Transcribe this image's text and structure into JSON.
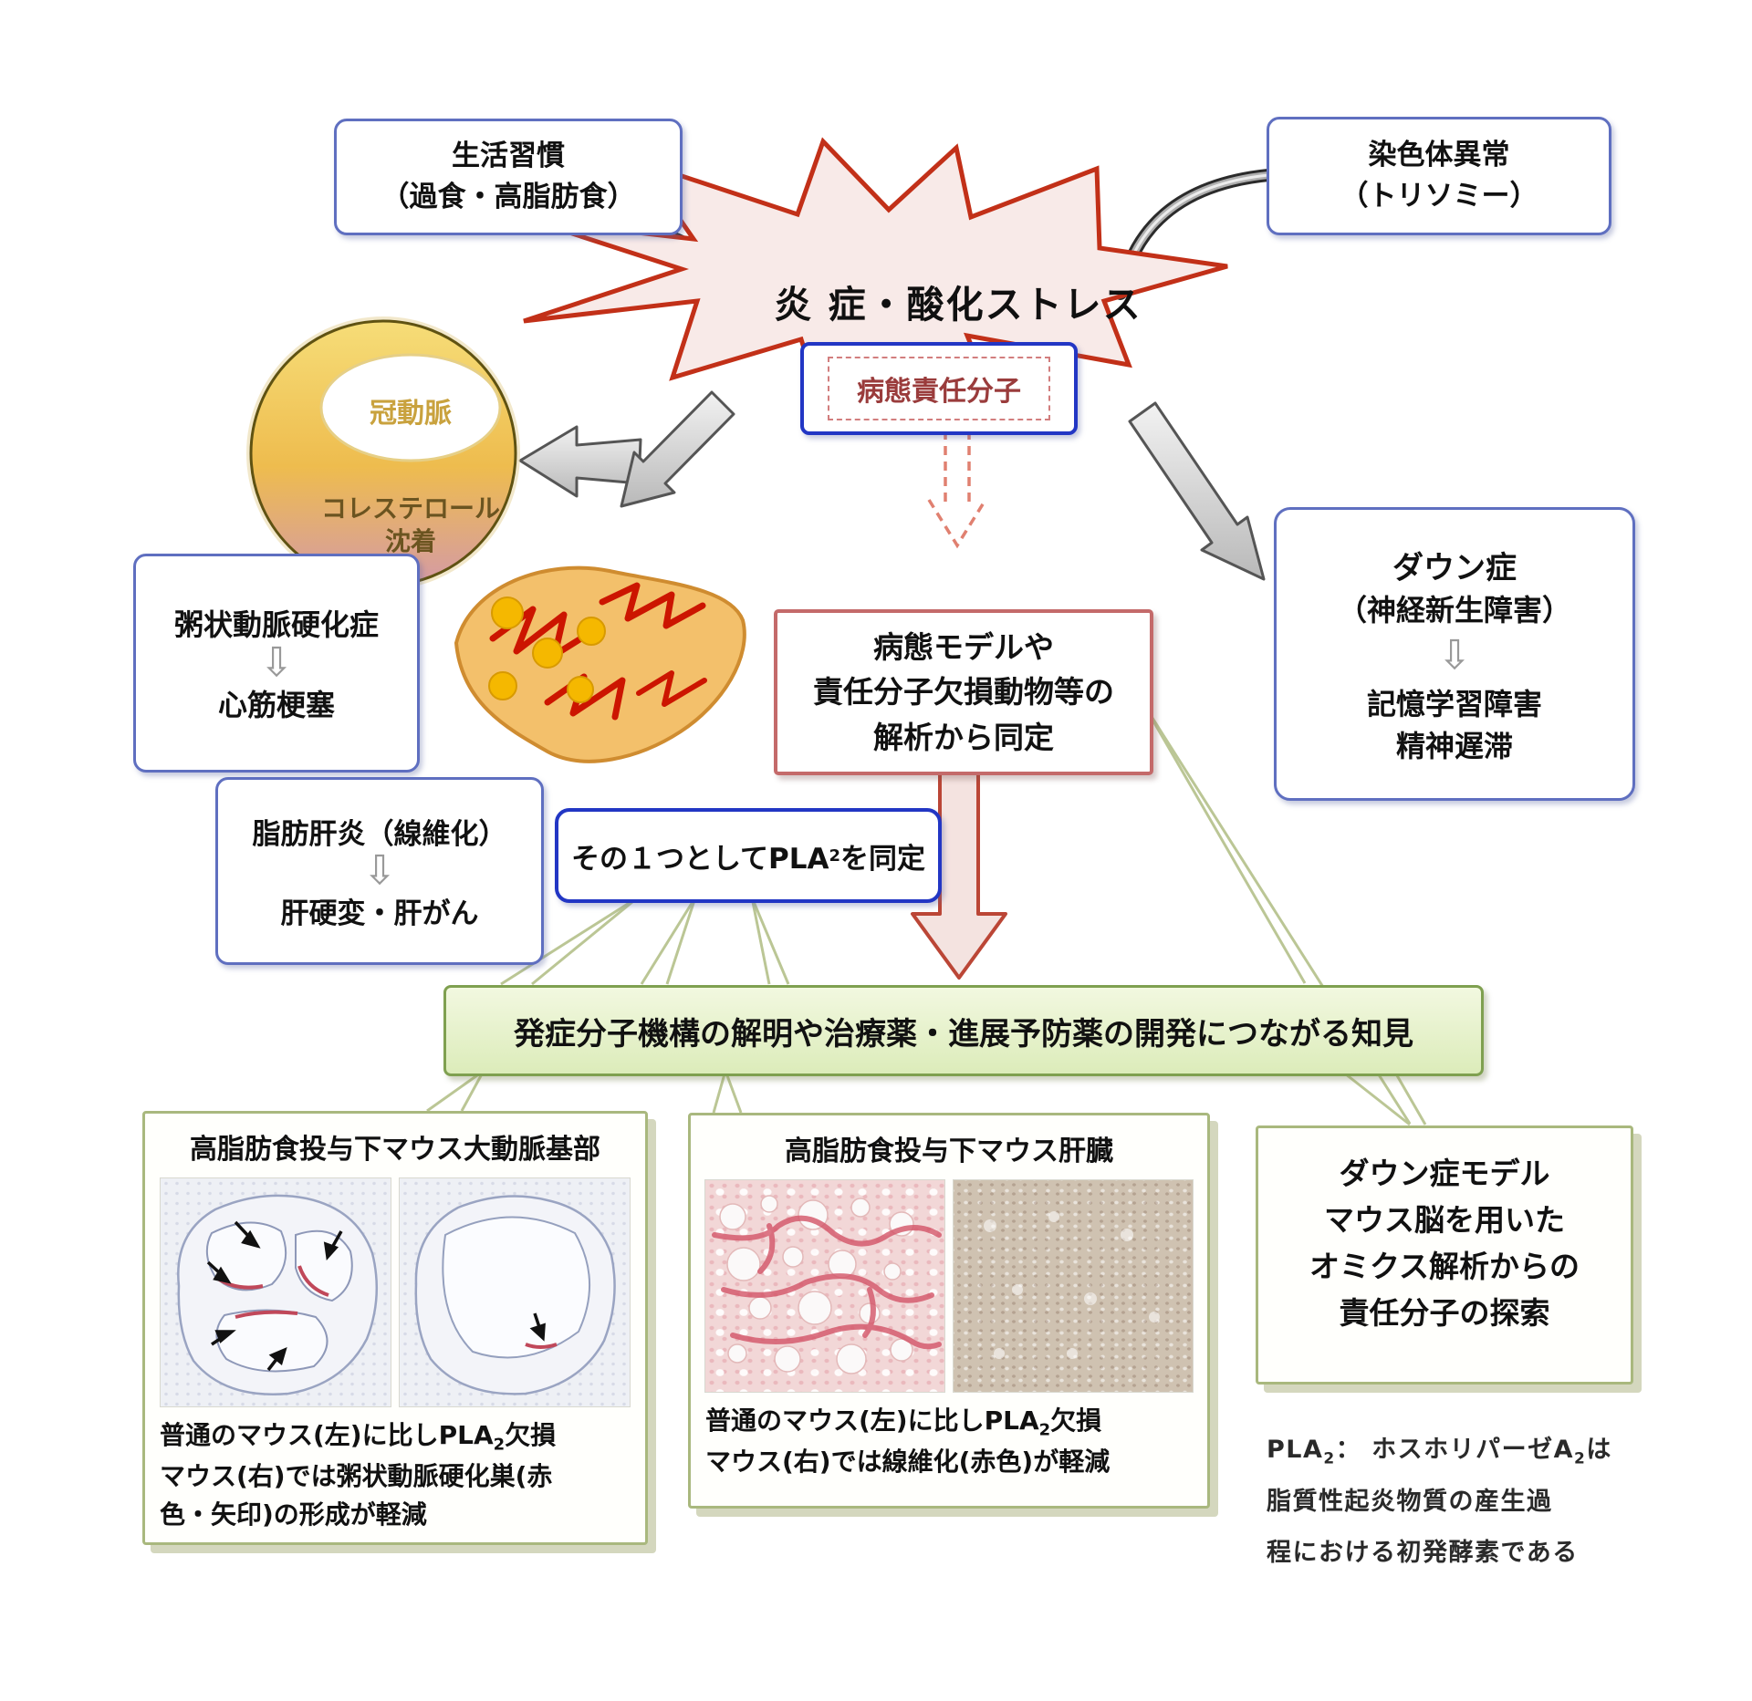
{
  "starburst": {
    "label": "炎 症・酸化ストレス"
  },
  "boxes": {
    "lifestyle": {
      "line1": "生活習慣",
      "line2": "（過食・高脂肪食）"
    },
    "chromosome": {
      "line1": "染色体異常",
      "line2": "（トリソミー）"
    },
    "responsible": {
      "label": "病態責任分子"
    },
    "model": {
      "line1": "病態モデルや",
      "line2": "責任分子欠損動物等の",
      "line3": "解析から同定"
    },
    "atherosclerosis": {
      "top": "粥状動脈硬化症",
      "arrow": "⇩",
      "bottom": "心筋梗塞"
    },
    "steatohepatitis": {
      "top": "脂肪肝炎（線維化）",
      "arrow": "⇩",
      "bottom": "肝硬変・肝がん"
    },
    "down": {
      "line1": "ダウン症",
      "line2": "（神経新生障害）",
      "arrow": "⇩",
      "line3": "記憶学習障害",
      "line4": "精神遅滞"
    },
    "pla2": {
      "pre": "その１つとしてPLA",
      "sub": "2",
      "post": "を同定"
    }
  },
  "artery_circle": {
    "top_label": "冠動脈",
    "bottom_line1": "コレステロール",
    "bottom_line2": "沈着"
  },
  "banner": {
    "label": "発症分子機構の解明や治療薬・進展予防薬の開発につながる知見"
  },
  "panels": {
    "aorta": {
      "title": "高脂肪食投与下マウス大動脈基部",
      "cap1_pre": "普通のマウス(左)に比しPLA",
      "cap1_sub": "2",
      "cap1_post": "欠損",
      "cap2": "マウス(右)では粥状動脈硬化巣(赤",
      "cap3": "色・矢印)の形成が軽減"
    },
    "liver": {
      "title": "高脂肪食投与下マウス肝臓",
      "cap1_pre": "普通のマウス(左)に比しPLA",
      "cap1_sub": "2",
      "cap1_post": "欠損",
      "cap2": "マウス(右)では線維化(赤色)が軽減"
    },
    "down_model": {
      "line1": "ダウン症モデル",
      "line2": "マウス脳を用いた",
      "line3": "オミクス解析からの",
      "line4": "責任分子の探索"
    }
  },
  "footnote": {
    "p1": "PLA",
    "s1": "2",
    "p2": "： ホスホリパーゼA",
    "s2": "2",
    "p3": "は",
    "line2": "脂質性起炎物質の産生過",
    "line3": "程における初発酵素である"
  },
  "colors": {
    "burst_stroke": "#c23018",
    "burst_fill": "#f8eae8",
    "blue_border": "#5f6fc0",
    "strong_blue": "#2236c4",
    "red_border": "#c46a6a",
    "green_border": "#7fa050",
    "panel_border": "#a9b87e",
    "maroon_text": "#9a3c3c"
  }
}
